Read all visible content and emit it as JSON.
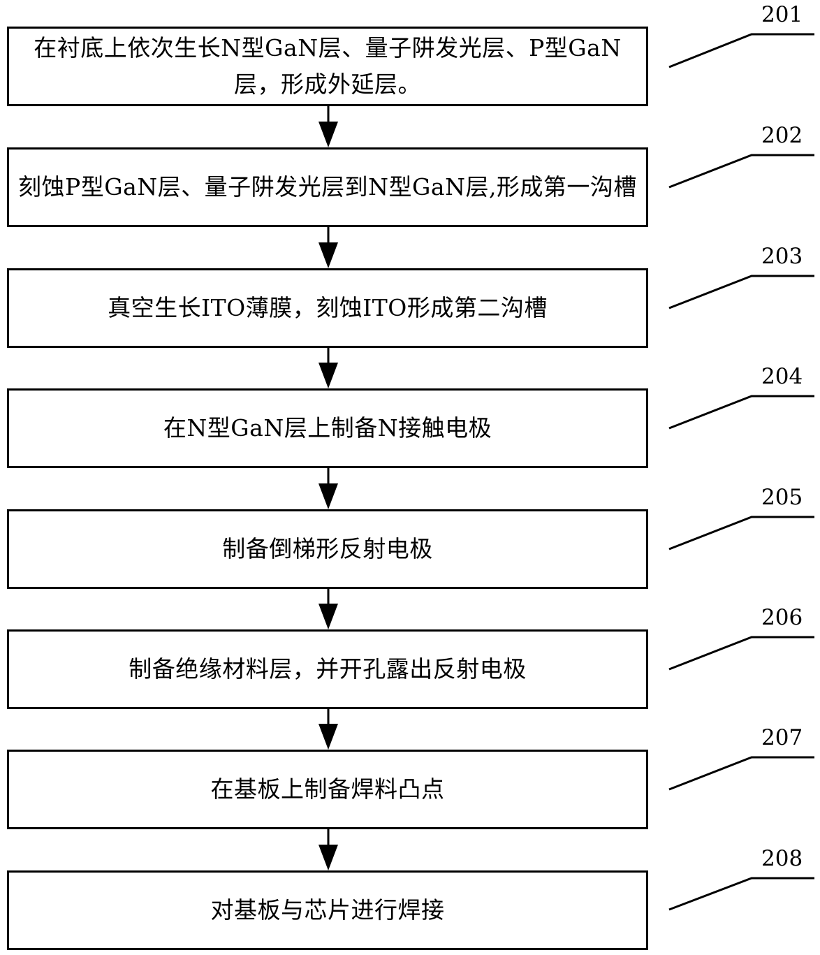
{
  "steps": [
    {
      "number": "201",
      "text": "在衬底上依次生长N型GaN层、量子阱发光层、P型GaN层，形成外延层。"
    },
    {
      "number": "202",
      "text": "刻蚀P型GaN层、量子阱发光层到N型GaN层,形成第一沟槽"
    },
    {
      "number": "203",
      "text": "真空生长ITO薄膜，刻蚀ITO形成第二沟槽"
    },
    {
      "number": "204",
      "text": "在N型GaN层上制备N接触电极"
    },
    {
      "number": "205",
      "text": "制备倒梯形反射电极"
    },
    {
      "number": "206",
      "text": "制备绝缘材料层，并开孔露出反射电极"
    },
    {
      "number": "207",
      "text": "在基板上制备焊料凸点"
    },
    {
      "number": "208",
      "text": "对基板与芯片进行焊接"
    }
  ]
}
